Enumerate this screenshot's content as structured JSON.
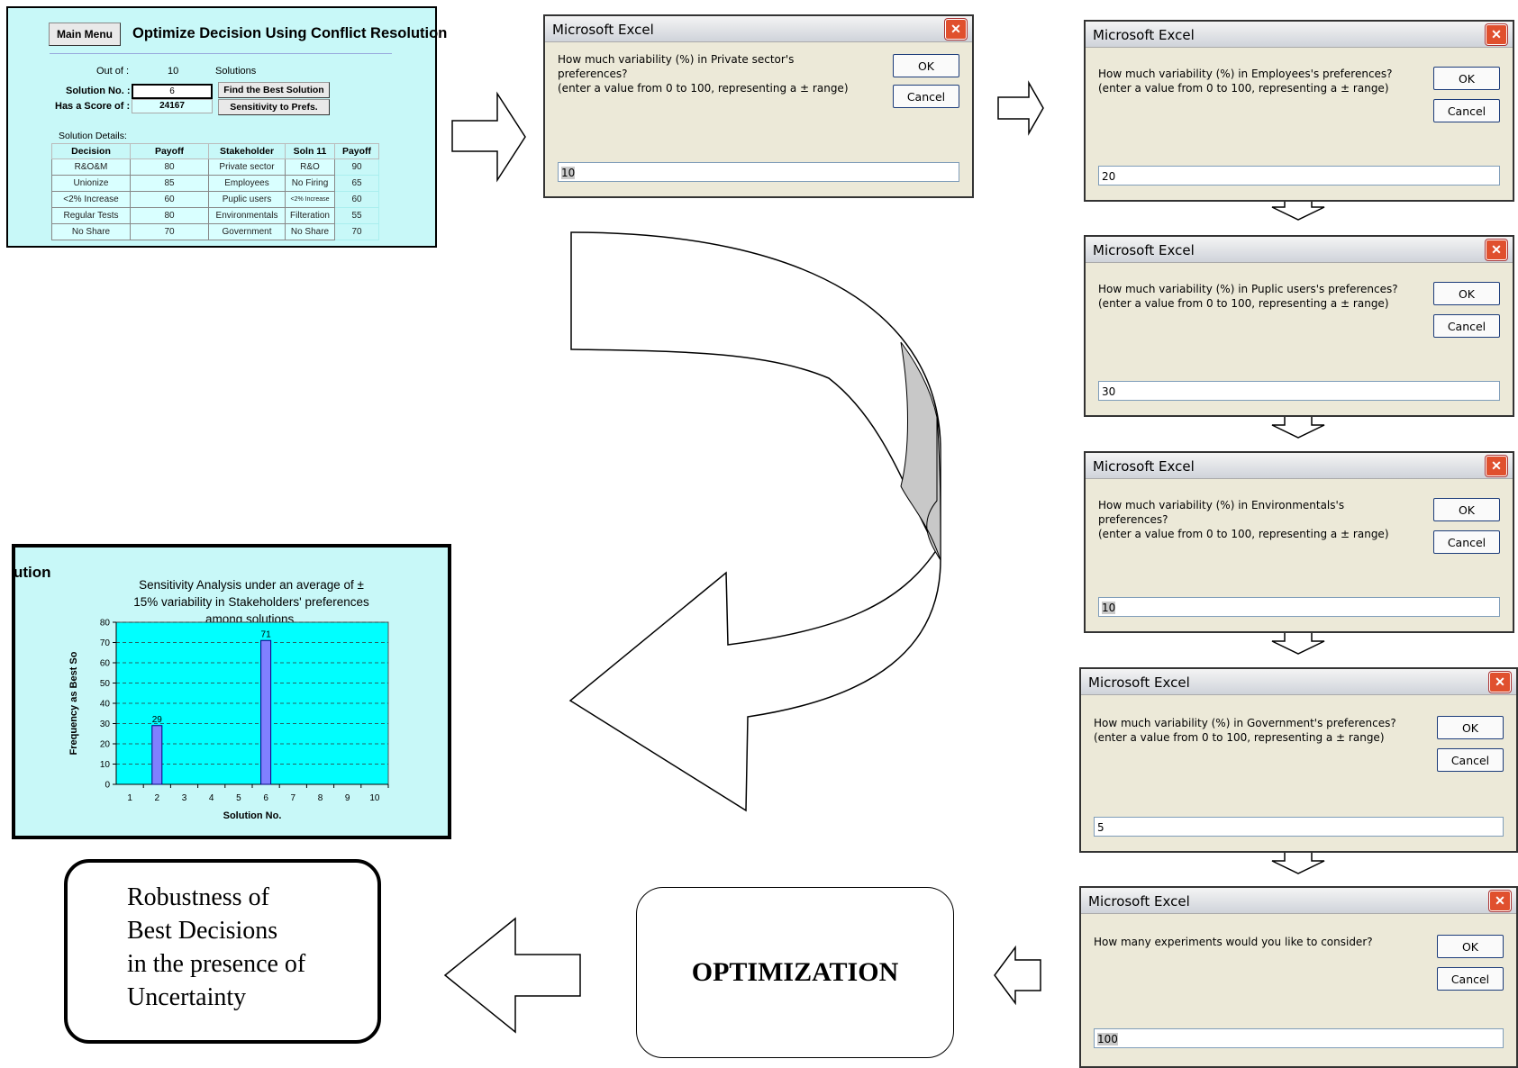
{
  "sheet": {
    "main_menu": "Main Menu",
    "title": "Optimize Decision Using Conflict Resolution",
    "out_of_label": "Out of :",
    "out_of_value": "10",
    "solutions_label": "Solutions",
    "solution_no_label": "Solution No. :",
    "solution_no_value": "6",
    "score_label": "Has a Score of :",
    "score_value": "24167",
    "find_best_button": "Find the Best Solution",
    "sensitivity_button": "Sensitivity to Prefs.",
    "details_label": "Solution Details:",
    "headers": [
      "Decision",
      "Payoff",
      "Stakeholder",
      "Soln 11",
      "Payoff"
    ],
    "rows": [
      [
        "R&O&M",
        "80",
        "Private sector",
        "R&O",
        "90"
      ],
      [
        "Unionize",
        "85",
        "Employees",
        "No Firing",
        "65"
      ],
      [
        "<2% Increase",
        "60",
        "Puplic users",
        "<2% Increase",
        "60"
      ],
      [
        "Regular Tests",
        "80",
        "Environmentals",
        "Filteration",
        "55"
      ],
      [
        "No Share",
        "70",
        "Government",
        "No Share",
        "70"
      ]
    ]
  },
  "dialogs": [
    {
      "title": "Microsoft Excel",
      "message": "How much variability (%) in Private sector's\npreferences?\n(enter a value from 0 to 100, representing a ± range)",
      "ok": "OK",
      "cancel": "Cancel",
      "value": "10"
    },
    {
      "title": "Microsoft Excel",
      "message": "How much variability (%) in Employees's preferences?\n(enter a value from 0 to 100, representing a ± range)",
      "ok": "OK",
      "cancel": "Cancel",
      "value": "20"
    },
    {
      "title": "Microsoft Excel",
      "message": "How much variability (%) in Puplic users's preferences?\n(enter a value from 0 to 100, representing a ± range)",
      "ok": "OK",
      "cancel": "Cancel",
      "value": "30"
    },
    {
      "title": "Microsoft Excel",
      "message": "How much variability (%) in Environmentals's\npreferences?\n(enter a value from 0 to 100, representing a ± range)",
      "ok": "OK",
      "cancel": "Cancel",
      "value": "10"
    },
    {
      "title": "Microsoft Excel",
      "message": "How much variability (%) in Government's preferences?\n(enter a value from 0 to 100, representing a ± range)",
      "ok": "OK",
      "cancel": "Cancel",
      "value": "5"
    },
    {
      "title": "Microsoft Excel",
      "message": "How many experiments would you like to consider?",
      "ok": "OK",
      "cancel": "Cancel",
      "value": "100"
    }
  ],
  "chart_panel": {
    "fragment_label": "ution"
  },
  "chart_data": {
    "type": "bar",
    "title": "Sensitivity Analysis under an average of ± 15% variability in Stakeholders' preferences among solutions.",
    "title_lines": [
      "Sensitivity Analysis under an average of ±",
      "15% variability in Stakeholders' preferences",
      "among solutions."
    ],
    "xlabel": "Solution No.",
    "ylabel": "Frequency as Best So",
    "categories": [
      "1",
      "2",
      "3",
      "4",
      "5",
      "6",
      "7",
      "8",
      "9",
      "10"
    ],
    "values": [
      0,
      29,
      0,
      0,
      0,
      71,
      0,
      0,
      0,
      0
    ],
    "data_labels": [
      "",
      "29",
      "",
      "",
      "",
      "71",
      "",
      "",
      "",
      ""
    ],
    "ylim": [
      0,
      80
    ],
    "yticks": [
      "0",
      "10",
      "20",
      "30",
      "40",
      "50",
      "60",
      "70",
      "80"
    ],
    "grid": true,
    "colors": {
      "plot_bg": "#00ffff",
      "bar": "#8080ff",
      "bar_edge": "#000080",
      "grid": "#333333"
    }
  },
  "robustness_box": {
    "lines": [
      "Robustness of",
      "Best Decisions",
      "in the presence of",
      "Uncertainty"
    ]
  },
  "optimization_box": {
    "label": "OPTIMIZATION"
  }
}
